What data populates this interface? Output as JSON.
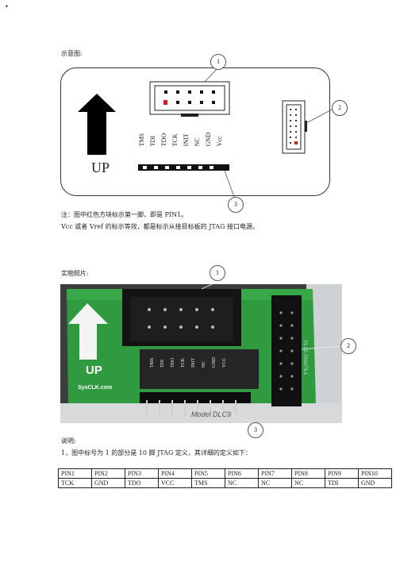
{
  "bullet": "•",
  "diagram": {
    "caption": "示意图:",
    "callouts": [
      "1",
      "2",
      "3"
    ],
    "up_label": "UP",
    "pin_labels": [
      "TMS",
      "TDI",
      "TDO",
      "TCK",
      "INIT",
      "NC",
      "GND",
      "Vcc"
    ]
  },
  "notes": [
    "注：图中红色方块标示第一脚，即是 PIN1。",
    "Vcc 或者 Vref 的标示等效，都是标示从接目标板的 JTAG 接口电源。"
  ],
  "photo": {
    "caption": "实物照片:",
    "callouts": [
      "1",
      "2",
      "3"
    ],
    "up_label": "UP",
    "brand": "SysCLK.com",
    "model_text": "Model DLC9",
    "pin_labels": [
      "TMS",
      "TDI",
      "TDO",
      "TCK",
      "INIT",
      "NC",
      "GND",
      "VCC"
    ],
    "side_text": "V1.00  JTAG75-1"
  },
  "explain": {
    "title": "说明:",
    "line1": "1，图中标号为 1 的部分是 10 脚 JTAG 定义，其详细的定义如下："
  },
  "pin_table": {
    "headers": [
      "PIN1",
      "PIN2",
      "PIN3",
      "PIN4",
      "PIN5",
      "PIN6",
      "PIN7",
      "PIN8",
      "PIN9",
      "PIN10"
    ],
    "values": [
      "TCK",
      "GND",
      "TDO",
      "VCC",
      "TMS",
      "NC",
      "NC",
      "NC",
      "TDI",
      "GND"
    ]
  },
  "colors": {
    "pin1_marker": "#d42020",
    "board_green": "#2f9a3f",
    "arrow": "#000000"
  }
}
